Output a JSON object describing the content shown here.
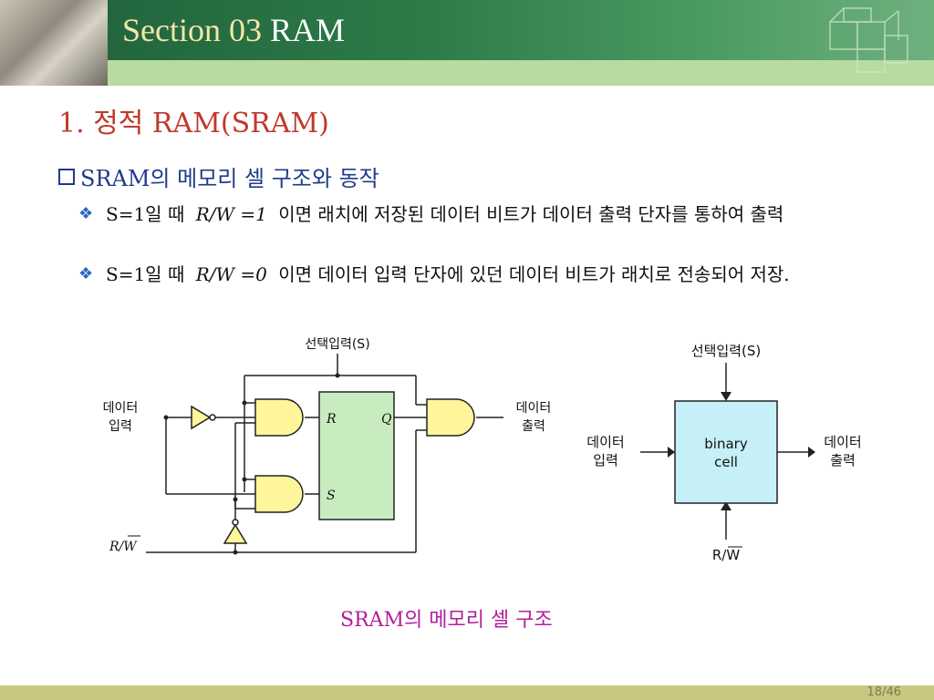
{
  "header": {
    "title_section": "Section 03",
    "title_main": "RAM"
  },
  "slide_heading": "1. 정적 RAM(SRAM)",
  "bullet_main": "SRAM의 메모리 셀 구조와 동작",
  "sub_bullets": [
    {
      "prefix": "S=1일 때",
      "formula": "R/W =1",
      "text": "이면 래치에 저장된 데이터 비트가 데이터 출력 단자를 통하여 출력"
    },
    {
      "prefix": "S=1일 때",
      "formula": "R/W =0",
      "text": "이면 데이터 입력 단자에 있던 데이터 비트가 래치로 전송되어 저장."
    }
  ],
  "circuit": {
    "select_label": "선택입력(S)",
    "data_in_label": [
      "데이터",
      "입력"
    ],
    "data_out_label": [
      "데이터",
      "출력"
    ],
    "rw_label": "R/W",
    "latch_r": "R",
    "latch_s": "S",
    "latch_q": "Q"
  },
  "block": {
    "select_label": "선택입력(S)",
    "data_in_label": [
      "데이터",
      "입력"
    ],
    "data_out_label": [
      "데이터",
      "출력"
    ],
    "cell_label": [
      "binary",
      "cell"
    ],
    "rw_label": "R/W"
  },
  "caption": "SRAM의 메모리 셀 구조",
  "page_number": "18/46"
}
